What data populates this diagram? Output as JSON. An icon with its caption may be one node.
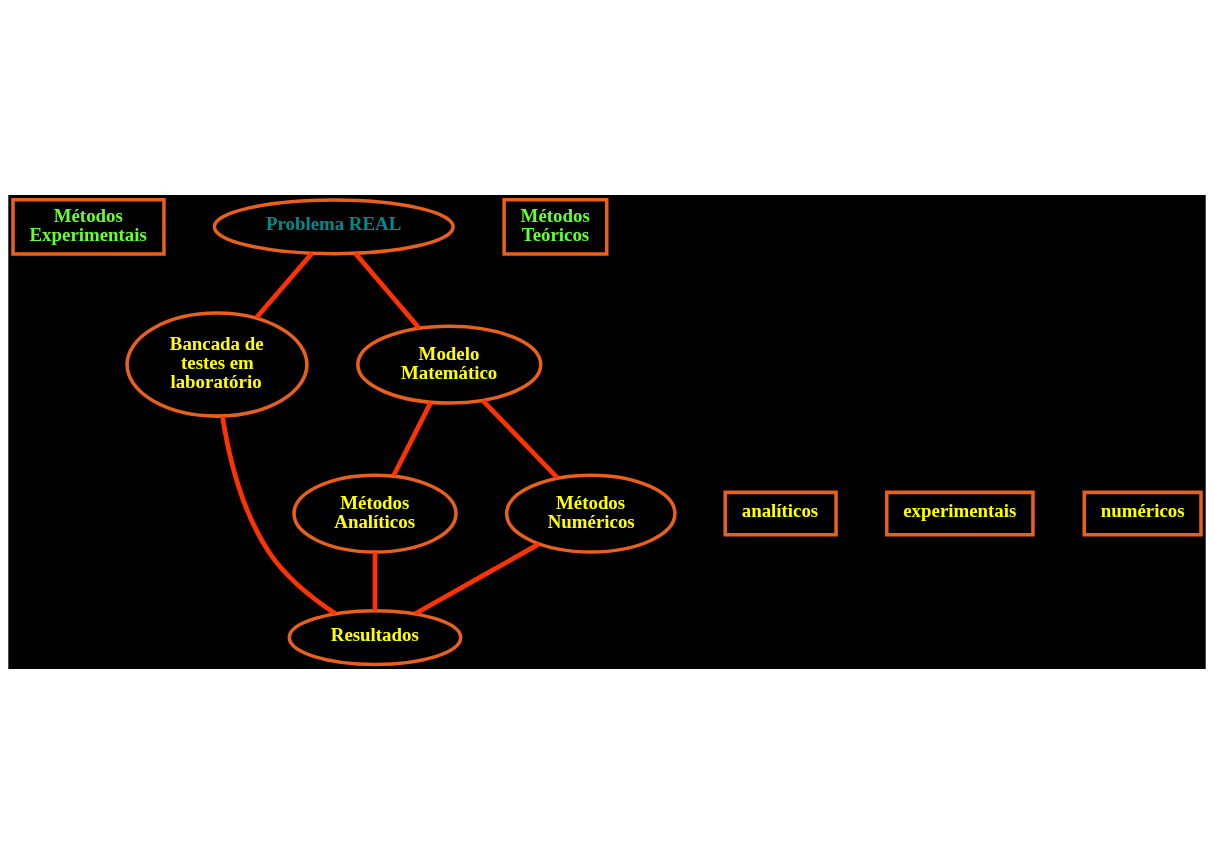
{
  "diagram": {
    "nodes": [
      {
        "text": [
          "Métodos Experimentais"
        ]
      },
      {
        "text": [
          "Problema REAL"
        ]
      },
      {
        "text": [
          "Métodos Teóricos"
        ]
      },
      {
        "text": [
          "Bancada de testes em laboratório"
        ]
      },
      {
        "text": [
          "Modelo Matemático"
        ]
      },
      {
        "text": [
          "Métodos Analíticos"
        ]
      },
      {
        "text": [
          "Métodos Numéricos"
        ]
      },
      {
        "text": [
          "analíticos"
        ]
      },
      {
        "text": [
          "experimentais"
        ]
      },
      {
        "text": [
          "numéricos"
        ]
      },
      {
        "text": [
          "Resultados"
        ]
      }
    ],
    "edges": [
      {
        "from": 1,
        "to": 3,
        "arrow": "none"
      },
      {
        "from": 1,
        "to": 4,
        "arrow": "none"
      },
      {
        "from": 4,
        "to": 5,
        "arrow": "none"
      },
      {
        "from": 4,
        "to": 6,
        "arrow": "none"
      },
      {
        "from": 3,
        "to": 10,
        "arrow": "none"
      },
      {
        "from": 5,
        "to": 10,
        "arrow": "none"
      },
      {
        "from": 6,
        "to": 10,
        "arrow": "none"
      }
    ]
  }
}
